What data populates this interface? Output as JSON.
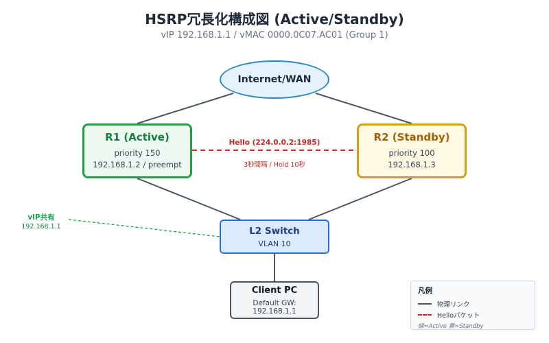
{
  "title": "HSRP冗長化構成図 (Active/Standby)",
  "subtitle": "vIP 192.168.1.1 / vMAC 0000.0C07.AC01 (Group 1)",
  "nodes": {
    "internet": {
      "label": "Internet/WAN"
    },
    "r1": {
      "title": "R1 (Active)",
      "line1": "priority 150",
      "line2": "192.168.1.2 / preempt",
      "color": "#22a046"
    },
    "r2": {
      "title": "R2 (Standby)",
      "line1": "priority 100",
      "line2": "192.168.1.3",
      "color": "#d4a017"
    },
    "switch": {
      "title": "L2 Switch",
      "sub": "VLAN 10"
    },
    "client": {
      "title": "Client PC",
      "sub": "Default GW: 192.168.1.1"
    }
  },
  "hello": {
    "label": "Hello (224.0.0.2:1985)",
    "sub": "3秒間隔 / Hold 10秒",
    "color": "#c62828"
  },
  "vip": {
    "label": "vIP共有",
    "sub": "192.168.1.1",
    "color": "#16a34a"
  },
  "legend": {
    "title": "凡例",
    "physical": "物理リンク",
    "hello": "Helloパケット",
    "note": "緑=Active 黄=Standby"
  }
}
